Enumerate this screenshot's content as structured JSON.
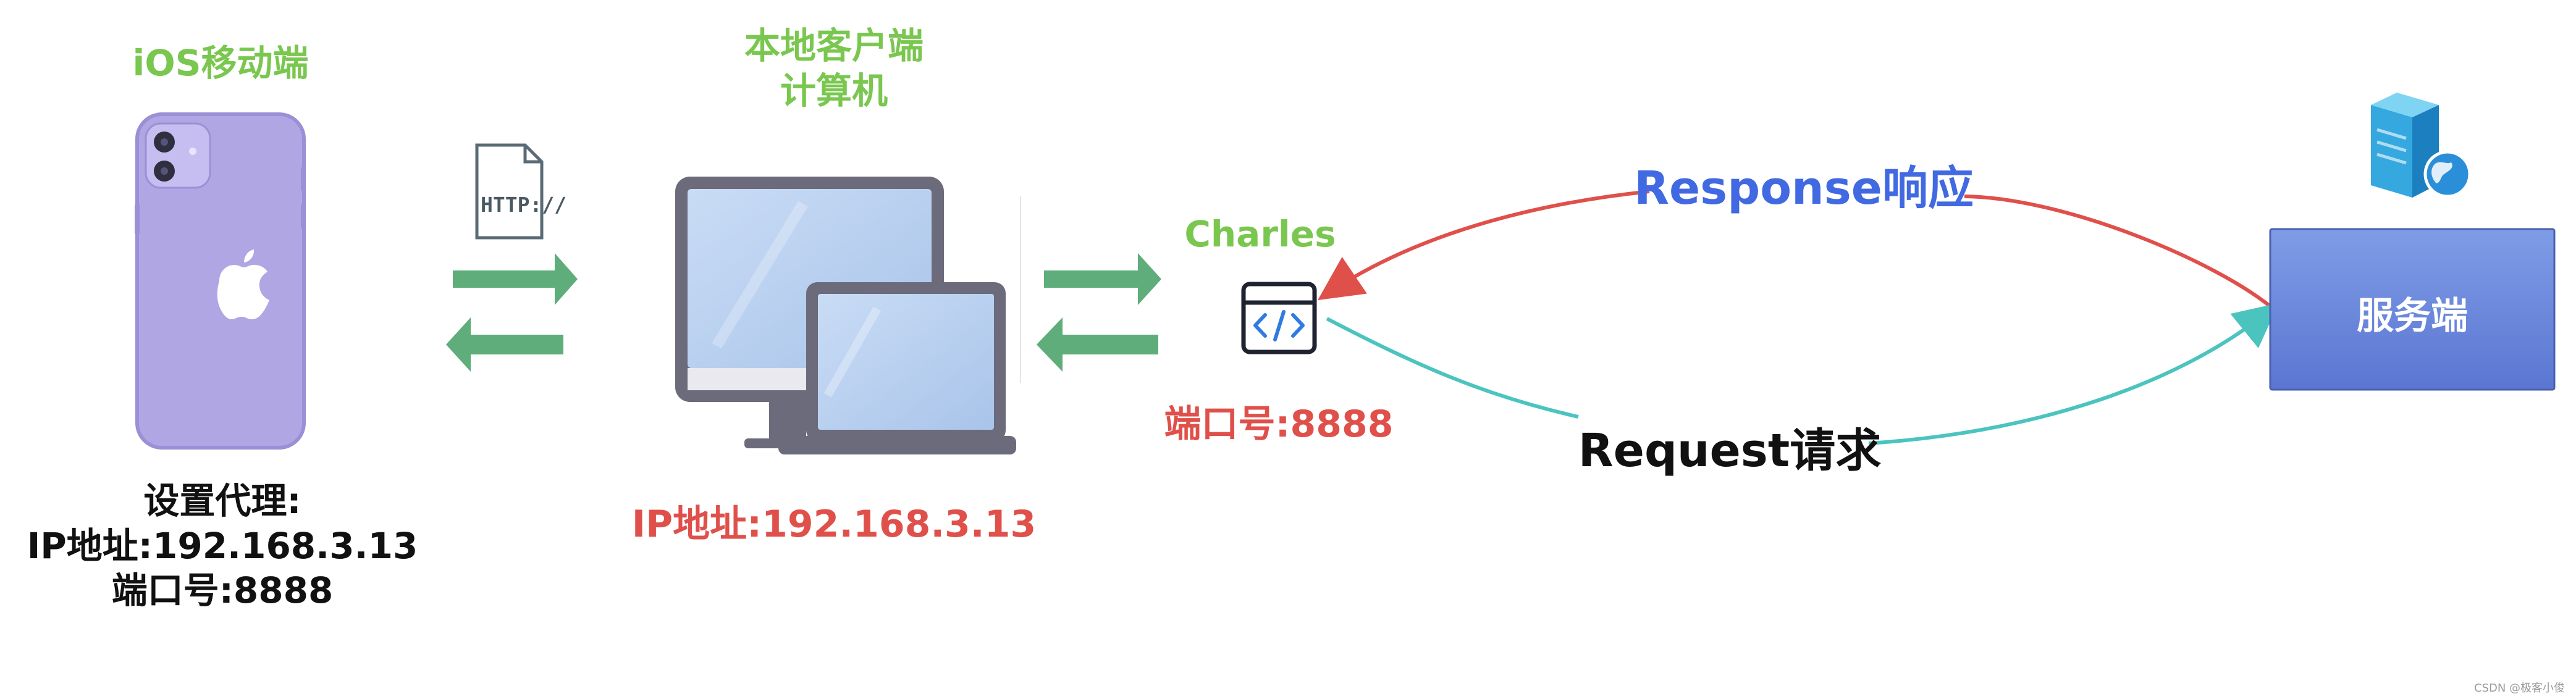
{
  "phone": {
    "title": "iOS移动端",
    "proxy_lines": [
      "设置代理:",
      "IP地址:192.168.3.13",
      "端口号:8888"
    ]
  },
  "http_doc": {
    "label": "HTTP://"
  },
  "computer": {
    "title_lines": [
      "本地客户端",
      "计算机"
    ],
    "ip_label": "IP地址:192.168.3.13"
  },
  "charles": {
    "title": "Charles",
    "port_label": "端口号:8888"
  },
  "response": {
    "label": "Response响应",
    "color": "#e0504b"
  },
  "request": {
    "label": "Request请求",
    "color": "#4bc4c0"
  },
  "server": {
    "box_label": "服务端",
    "box_color": "#6b87dc"
  },
  "watermark": "CSDN @极客小俊",
  "colors": {
    "green_text": "#7ac74f",
    "red_text": "#e0504b",
    "blue_text": "#4169e1",
    "arrow_green": "#5fad7a",
    "phone_purple": "#b0a6e3",
    "monitor_frame": "#6b6b7b",
    "screen_blue": "#bcd4f2"
  }
}
